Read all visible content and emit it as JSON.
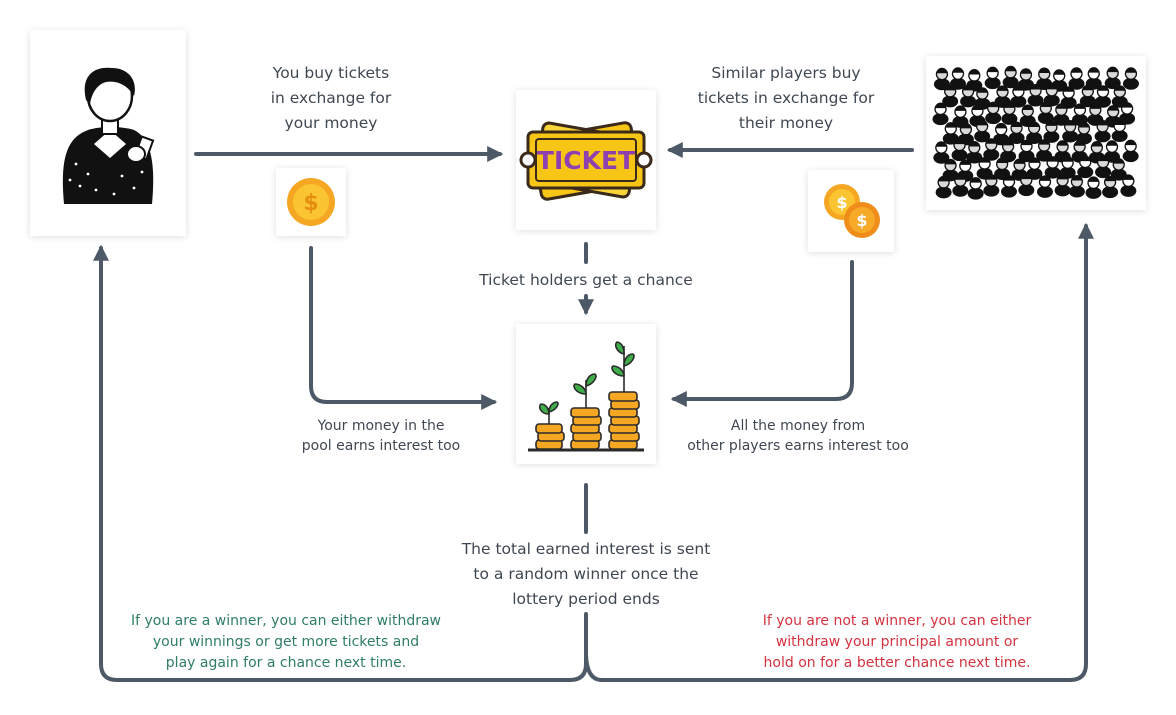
{
  "labels": {
    "you_buy": "You buy tickets\nin exchange for\nyour money",
    "similar_players": "Similar players buy\ntickets in exchange for\ntheir money",
    "ticket_chance": "Ticket holders get a chance",
    "your_money_pool": "Your money in the\npool earns interest too",
    "all_money": "All the money from\nother players earns interest too",
    "total_interest": "The total earned interest is sent\nto a random winner once the\nlottery period ends",
    "winner": "If you are a winner, you can either withdraw\nyour winnings or get more tickets and\nplay again for a chance next time.",
    "not_winner": "If you are not a winner, you can either\nwithdraw your principal amount or\nhold on for a better chance next time."
  },
  "ticket_text": "TICKET",
  "coin_symbol": "$",
  "icons": {
    "person": "person-phone-icon",
    "crowd": "crowd-icon",
    "ticket": "ticket-icon",
    "coin": "coin-icon",
    "coins": "coins-icon",
    "growth": "coin-growth-icon"
  },
  "colors": {
    "arrow": "#4d5966",
    "text": "#3f4852",
    "winner_text": "#2f7d67",
    "loser_text": "#d4333f",
    "ticket_gold": "#f7c516",
    "ticket_purple": "#8e3fb0",
    "coin_orange": "#f5a623"
  }
}
